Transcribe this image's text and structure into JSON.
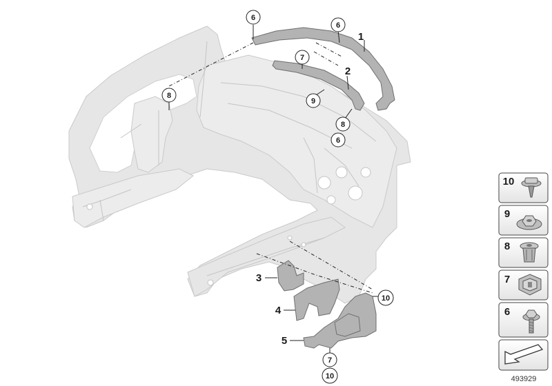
{
  "diagram": {
    "id_number": "493929",
    "colors": {
      "body": "#e6e6e6",
      "body_stroke": "#c9c9c9",
      "part": "#b3b3b3",
      "part_stroke": "#6e6e6e",
      "label": "#1a1a1a"
    },
    "labels": [
      {
        "id": "p1",
        "text": "1",
        "style": "plain"
      },
      {
        "id": "p2",
        "text": "2",
        "style": "plain"
      },
      {
        "id": "p3",
        "text": "3",
        "style": "plain"
      },
      {
        "id": "p4",
        "text": "4",
        "style": "plain"
      },
      {
        "id": "p5",
        "text": "5",
        "style": "plain"
      },
      {
        "id": "c6a",
        "text": "6",
        "style": "circle"
      },
      {
        "id": "c6b",
        "text": "6",
        "style": "circle"
      },
      {
        "id": "c6c",
        "text": "6",
        "style": "circle"
      },
      {
        "id": "c7a",
        "text": "7",
        "style": "circle"
      },
      {
        "id": "c7b",
        "text": "7",
        "style": "circle"
      },
      {
        "id": "c8a",
        "text": "8",
        "style": "circle"
      },
      {
        "id": "c8b",
        "text": "8",
        "style": "circle"
      },
      {
        "id": "c9",
        "text": "9",
        "style": "circle"
      },
      {
        "id": "c10a",
        "text": "10",
        "style": "circle"
      },
      {
        "id": "c10b",
        "text": "10",
        "style": "circle"
      }
    ],
    "legend": [
      {
        "number": "10",
        "icon": "clip-nut-icon"
      },
      {
        "number": "9",
        "icon": "hex-nut-with-washer-icon"
      },
      {
        "number": "8",
        "icon": "expanding-rivet-nut-icon"
      },
      {
        "number": "7",
        "icon": "spring-clip-icon"
      },
      {
        "number": "6",
        "icon": "hex-bolt-icon"
      }
    ],
    "orientation_icon": "direction-arrow-icon"
  }
}
